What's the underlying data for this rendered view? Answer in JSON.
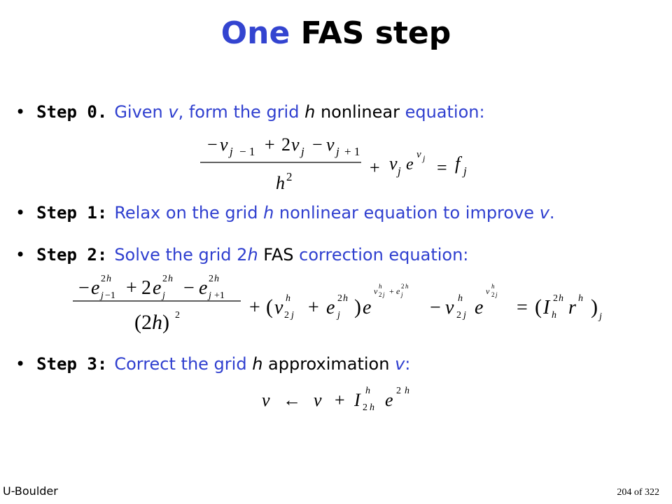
{
  "title": {
    "part1": "One",
    "part2": "FAS step"
  },
  "steps": [
    {
      "label": "Step 0.",
      "t1": "Given ",
      "v": "v",
      "t2": ", form the grid ",
      "h": "h",
      "t3": " nonlinear",
      "t4": " equation:"
    },
    {
      "label": "Step 1:",
      "t1": "Relax on the grid ",
      "h": "h",
      "t2": " nonlinear equation to improve ",
      "v": "v",
      "t3": "."
    },
    {
      "label": "Step 2:",
      "t1": "Solve the grid ",
      "two": "2",
      "h": "h",
      "t2": " FAS",
      "t3": " correction equation:"
    },
    {
      "label": "Step 3:",
      "t1": "Correct the grid ",
      "h": "h",
      "t2": " approximation",
      "t3": " ",
      "v": "v",
      "t4": ":"
    }
  ],
  "footer": {
    "left": "U-Boulder",
    "left_glyph": "",
    "page": "204",
    "of": " of 322"
  }
}
